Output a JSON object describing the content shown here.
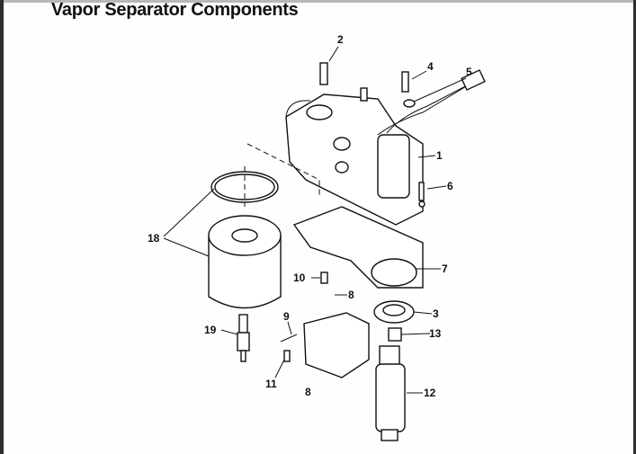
{
  "title": "Vapor Separator Components",
  "callouts": [
    "1",
    "2",
    "3",
    "4",
    "5",
    "6",
    "7",
    "8",
    "8",
    "9",
    "10",
    "11",
    "12",
    "13",
    "18",
    "19"
  ]
}
